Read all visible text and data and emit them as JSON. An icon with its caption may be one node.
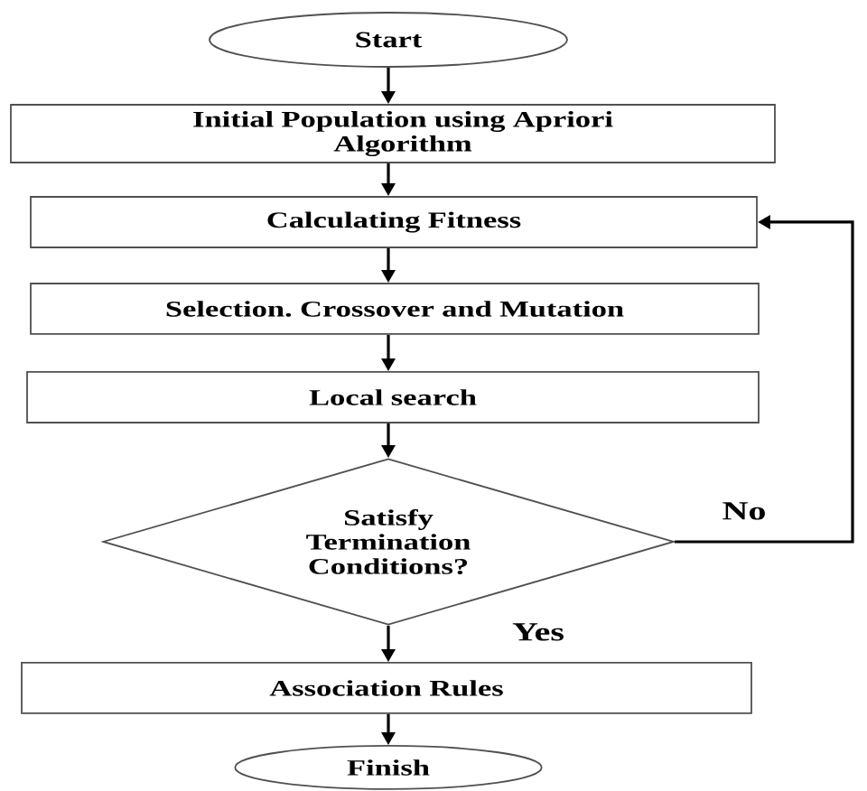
{
  "diagram": {
    "nodes": [
      {
        "text": [
          "Start"
        ]
      },
      {
        "text": [
          "Initial Population using Apriori Algorithm"
        ]
      },
      {
        "text": [
          "Calculating Fitness"
        ]
      },
      {
        "text": [
          "Selection. Crossover and Mutation"
        ]
      },
      {
        "text": [
          "Local search"
        ]
      },
      {
        "text": [
          "Satisfy Termination Conditions?"
        ]
      },
      {
        "text": [
          "Association Rules"
        ]
      },
      {
        "text": [
          "Finish"
        ]
      }
    ],
    "edges": [
      {
        "from": 0,
        "to": 1,
        "arrow": "to"
      },
      {
        "from": 1,
        "to": 2,
        "arrow": "to"
      },
      {
        "from": 2,
        "to": 3,
        "arrow": "to"
      },
      {
        "from": 3,
        "to": 4,
        "arrow": "to"
      },
      {
        "from": 4,
        "to": 5,
        "arrow": "to"
      },
      {
        "from": 5,
        "to": 6,
        "arrow": "to",
        "label": "Yes"
      },
      {
        "from": 5,
        "to": 2,
        "arrow": "to",
        "label": "No"
      },
      {
        "from": 6,
        "to": 7,
        "arrow": "to"
      }
    ]
  }
}
